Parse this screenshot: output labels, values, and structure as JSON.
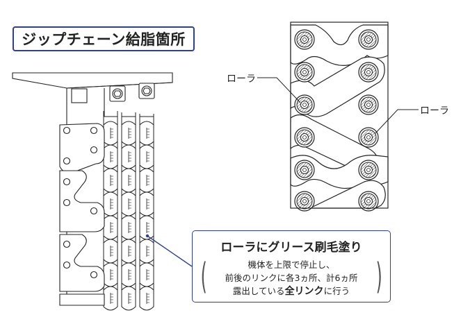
{
  "title": "ジップチェーン給脂箇所",
  "labels": {
    "roller_left": "ローラ",
    "roller_right": "ローラ"
  },
  "callout": {
    "title": "ローラにグリース刷毛塗り",
    "line1": "機体を上限で停止し、",
    "line2": "前後のリンクに各3ヵ所、計6ヵ所",
    "line3_pre": "露出している",
    "line3_bold": "全リンク",
    "line3_post": "に行う"
  },
  "colors": {
    "frame": "#2d3f8f",
    "line": "#222222"
  }
}
